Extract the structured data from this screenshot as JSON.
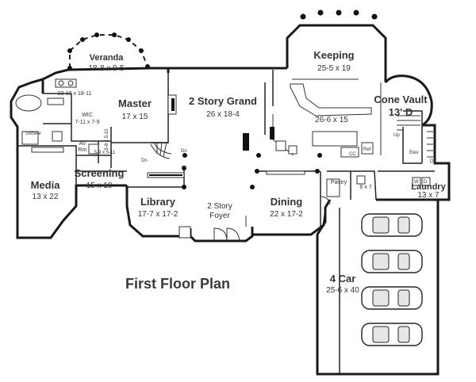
{
  "plan": {
    "title": "First Floor Plan",
    "rooms": {
      "veranda": {
        "name": "Veranda",
        "size": "18-8 x 9-5"
      },
      "keeping": {
        "name": "Keeping",
        "size": "25-5 x 19"
      },
      "master": {
        "name": "Master",
        "size": "17 x 15"
      },
      "grand": {
        "name": "2 Story Grand",
        "size": "26 x 18-4"
      },
      "kitchen": {
        "size": "26-6 x 15"
      },
      "cone_vault": {
        "name": "Cone Vault",
        "size": "13' D"
      },
      "media": {
        "name": "Media",
        "size": "13 x 22"
      },
      "screening": {
        "name": "Screening",
        "size": "15 x 10"
      },
      "library": {
        "name": "Library",
        "size": "17-7 x 17-2"
      },
      "foyer": {
        "name": "2 Story",
        "name2": "Foyer"
      },
      "dining": {
        "name": "Dining",
        "size": "22 x 17-2"
      },
      "garage": {
        "name": "4 Car",
        "size": "25-6 x 40"
      },
      "laundry": {
        "name": "Laundry",
        "size": "13 x 7"
      },
      "wic": {
        "name": "WIC",
        "size": "7-11 x 7-9"
      },
      "closet": {
        "size": "23-10 x 18-11"
      },
      "av": {
        "name": "AV",
        "name2": "Rm"
      },
      "pantry": {
        "name": "Pantry"
      },
      "half_bath": {
        "size": "6 x 7"
      },
      "shower": {
        "name": "Shower"
      },
      "hall_closet": {
        "size": "5-9 x 5-11"
      },
      "small_closet": {
        "size": "5-8 x 5-10"
      }
    },
    "marks": {
      "dn_master": "Dn",
      "dn_side": "Dn",
      "dn_laundry": "Dn",
      "up": "Up",
      "elev": "Elev",
      "cc": "CC",
      "wd_w": "W",
      "wd_d": "D",
      "ref": "Ref"
    }
  }
}
